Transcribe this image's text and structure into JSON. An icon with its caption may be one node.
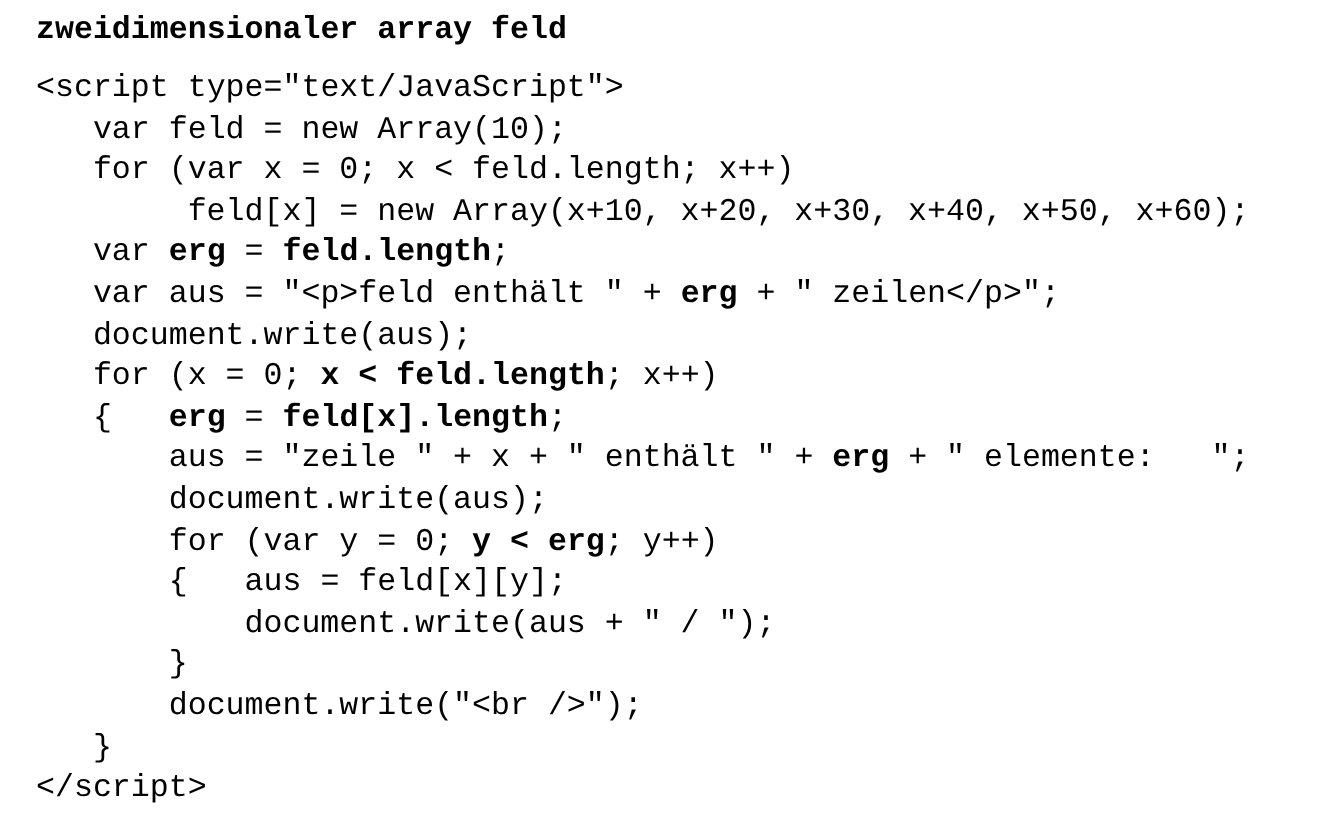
{
  "diagram": {
    "title": "zweidimensionaler array feld",
    "labels": [
      "<script type=\"text/JavaScript\">",
      "var feld = new Array(10);",
      "for (var x = 0; x < feld.length; x++)",
      "feld[x] = new Array(x+10, x+20, x+30, x+40, x+50, x+60);",
      "var **erg** = **feld.length**;",
      "var aus = \"<p>feld enthält \" + **erg** + \" zeilen</p>\";",
      "document.write(aus);",
      "for (x = 0; **x < feld.length**; x++)",
      "{   **erg** = **feld[x].length**;",
      "aus = \"zeile \" + x + \" enthält \" + **erg** + \" elemente:   \";",
      "document.write(aus);",
      "for (var y = 0; **y < erg**; y++)",
      "{   aus = feld[x][y];",
      "document.write(aus + \" / \");",
      "}",
      "document.write(\"<br />\");",
      "}",
      "</script>"
    ]
  }
}
